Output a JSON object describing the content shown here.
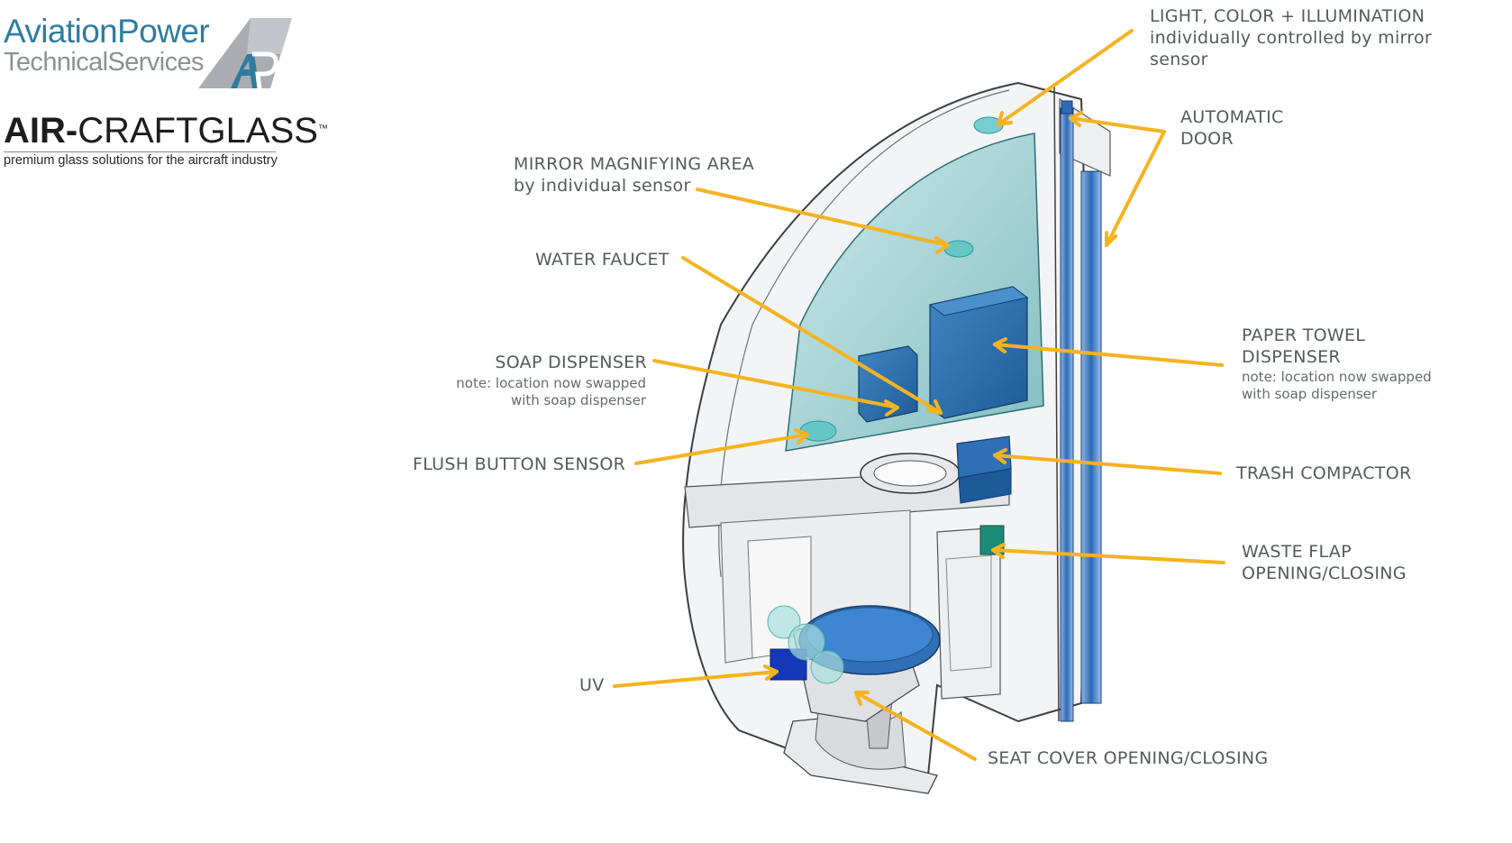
{
  "brand": {
    "aviation_line1": "AviationPower",
    "aviation_line2": "TechnicalServices",
    "aircraft_bold": "AIR-",
    "aircraft_rest": "CRAFTGLASS",
    "trademark": "™",
    "tagline": "premium glass solutions for the aircraft industry"
  },
  "colors": {
    "arrow": "#f5b320",
    "label_text": "#555a5e",
    "brand_blue": "#2e7da0",
    "brand_gray": "#8c9196",
    "component_blue": "#2f6fb5",
    "glass": "#9fd3d3"
  },
  "labels": {
    "light": {
      "line1": "LIGHT, COLOR + ILLUMINATION",
      "line2": "individually controlled by mirror",
      "line3": "sensor"
    },
    "door": {
      "line1": "AUTOMATIC",
      "line2": "DOOR"
    },
    "mirror": {
      "line1": "MIRROR MAGNIFYING AREA",
      "line2": "by individual sensor"
    },
    "faucet": {
      "line1": "WATER FAUCET"
    },
    "soap": {
      "line1": "SOAP DISPENSER",
      "note1": "note: location now swapped",
      "note2": "with soap dispenser"
    },
    "towel": {
      "line1": "PAPER TOWEL",
      "line2": "DISPENSER",
      "note1": "note: location now swapped",
      "note2": "with soap dispenser"
    },
    "flush": {
      "line1": "FLUSH BUTTON SENSOR"
    },
    "trash": {
      "line1": "TRASH COMPACTOR"
    },
    "waste": {
      "line1": "WASTE FLAP",
      "line2": "OPENING/CLOSING"
    },
    "uv": {
      "line1": "UV"
    },
    "seat": {
      "line1": "SEAT COVER OPENING/CLOSING"
    }
  }
}
